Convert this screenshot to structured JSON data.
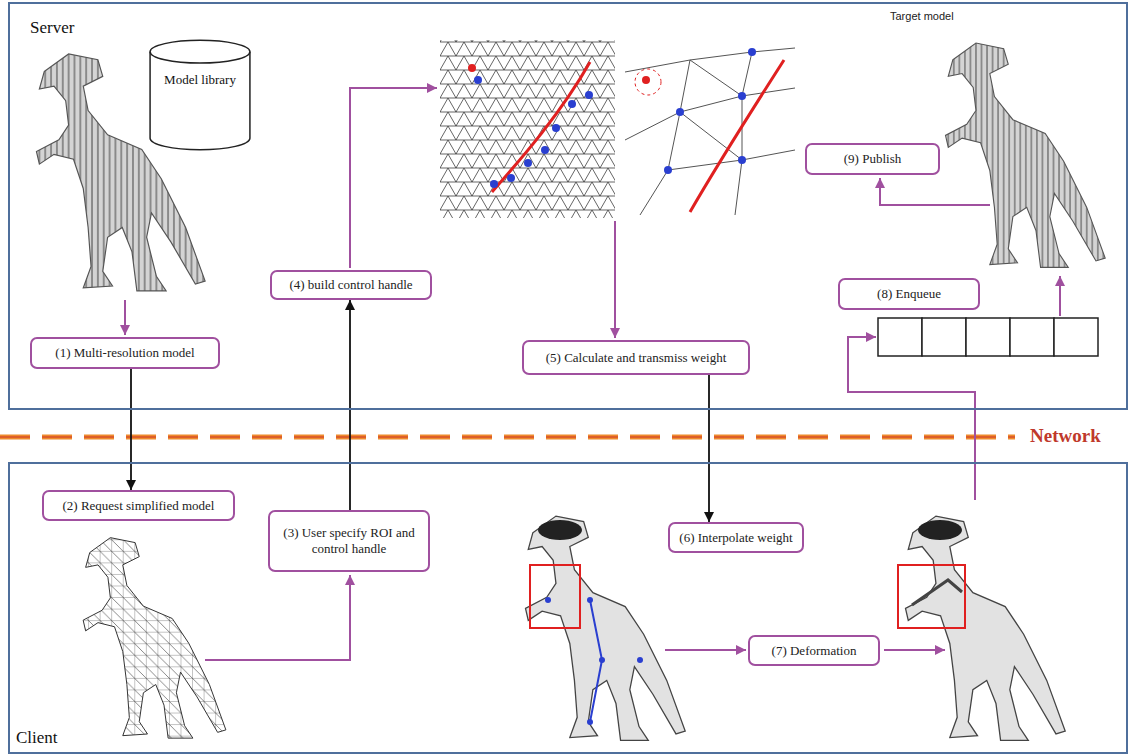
{
  "diagram": {
    "nodes": [
      {
        "text": [
          "Server"
        ]
      },
      {
        "text": [
          "Model library"
        ],
        "in": 0
      },
      {
        "text": [
          "(4) build control handle"
        ],
        "in": 0
      },
      {
        "text": [
          "(9) Publish"
        ],
        "in": 0
      },
      {
        "text": [
          "(8) Enqueue"
        ],
        "in": 0
      },
      {
        "text": [
          "(1) Multi-resolution model"
        ],
        "in": 0
      },
      {
        "text": [
          "(5) Calculate and transmiss weight"
        ],
        "in": 0
      },
      {
        "text": [
          "Client"
        ]
      },
      {
        "text": [
          "(2) Request simplified model"
        ],
        "in": 7
      },
      {
        "text": [
          "(3) User specify ROI and control handle"
        ],
        "in": 7
      },
      {
        "text": [
          "(6) Interpolate weight"
        ],
        "in": 7
      },
      {
        "text": [
          "(7) Deformation"
        ],
        "in": 7
      }
    ],
    "edges": [
      {
        "from": 5,
        "to": 8,
        "arrow": "to"
      },
      {
        "from": 9,
        "to": 2,
        "arrow": "to"
      },
      {
        "from": 6,
        "to": 10,
        "arrow": "to"
      }
    ],
    "labels": [
      "Target model",
      "Network"
    ]
  }
}
